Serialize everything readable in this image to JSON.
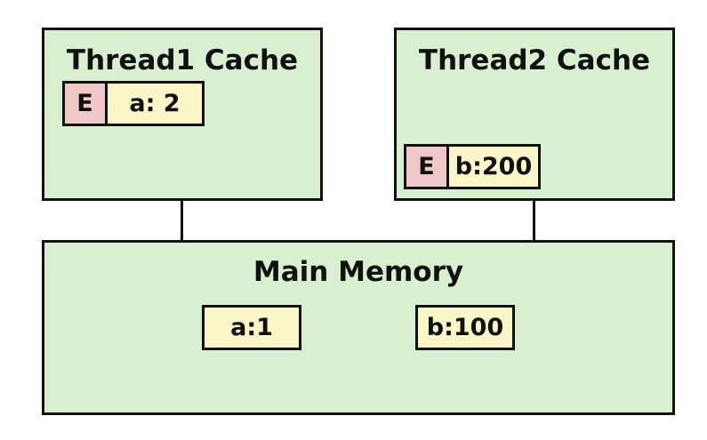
{
  "thread1_cache": {
    "title": "Thread1 Cache",
    "entry": {
      "state": "E",
      "value": "a: 2"
    }
  },
  "thread2_cache": {
    "title": "Thread2 Cache",
    "entry": {
      "state": "E",
      "value": "b:200"
    }
  },
  "main_memory": {
    "title": "Main Memory",
    "cells": [
      "a:1",
      "b:100"
    ]
  },
  "colors": {
    "box_fill": "#d8f0d0",
    "state_fill": "#f0c8c8",
    "value_fill": "#faf6c8",
    "stroke": "#111111"
  }
}
